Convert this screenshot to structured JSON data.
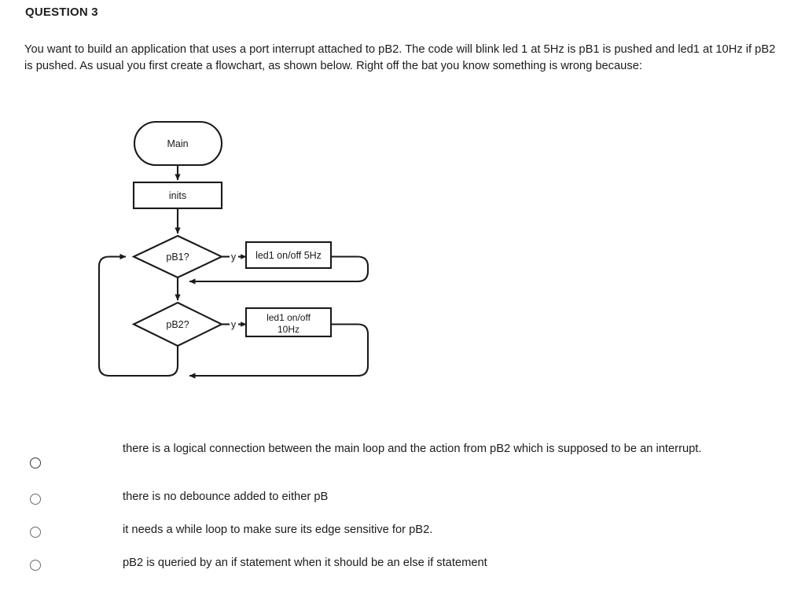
{
  "question": {
    "title": "QUESTION 3",
    "body": "You want to build an application that uses a port interrupt attached to pB2.  The code will blink led 1 at 5Hz is pB1 is pushed and led1 at 10Hz if pB2 is pushed.  As usual you first create a flowchart, as shown below.  Right off the bat you know something is wrong because:"
  },
  "flowchart": {
    "nodes": {
      "start": "Main",
      "inits": "inits",
      "decision1": "pB1?",
      "decision2": "pB2?",
      "action1": "led1 on/off 5Hz",
      "action2_line1": "led1 on/off",
      "action2_line2": "10Hz"
    },
    "branch_labels": {
      "d1_yes": "y",
      "d2_yes": "y"
    },
    "stroke_color": "#1a1a1a"
  },
  "answers": [
    {
      "id": "a",
      "text": "there is a logical connection between the main loop and the action from pB2 which is supposed to be an interrupt.",
      "selected": false
    },
    {
      "id": "b",
      "text": "there is no debounce added to either pB",
      "selected": false
    },
    {
      "id": "c",
      "text": "it needs a while loop to make sure its edge sensitive for pB2.",
      "selected": false
    },
    {
      "id": "d",
      "text": "pB2 is queried by an if statement when it should be an else if statement",
      "selected": false
    }
  ]
}
